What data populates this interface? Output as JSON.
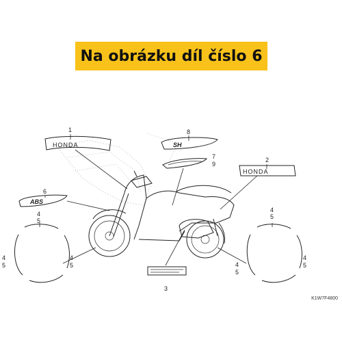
{
  "banner": {
    "text": "Na obrázku díl číslo 6",
    "color": "#f9c21a"
  },
  "decals": {
    "honda_left": "HONDA",
    "honda_right": "HONDA",
    "sh_logo": "SH",
    "abs_logo": "ABS"
  },
  "callouts": {
    "n1": "1",
    "n2": "2",
    "n3": "3",
    "n6": "6",
    "n7": "7",
    "n8": "8",
    "n9": "9",
    "left_top_a": "4",
    "left_top_b": "5",
    "left_side_a": "4",
    "left_side_b": "5",
    "left_mid_a": "4",
    "left_mid_b": "5",
    "right_top_a": "4",
    "right_top_b": "5",
    "right_side_a": "4",
    "right_side_b": "5",
    "right_low_a": "4",
    "right_low_b": "5"
  },
  "reference_code": "K1W7F4800"
}
